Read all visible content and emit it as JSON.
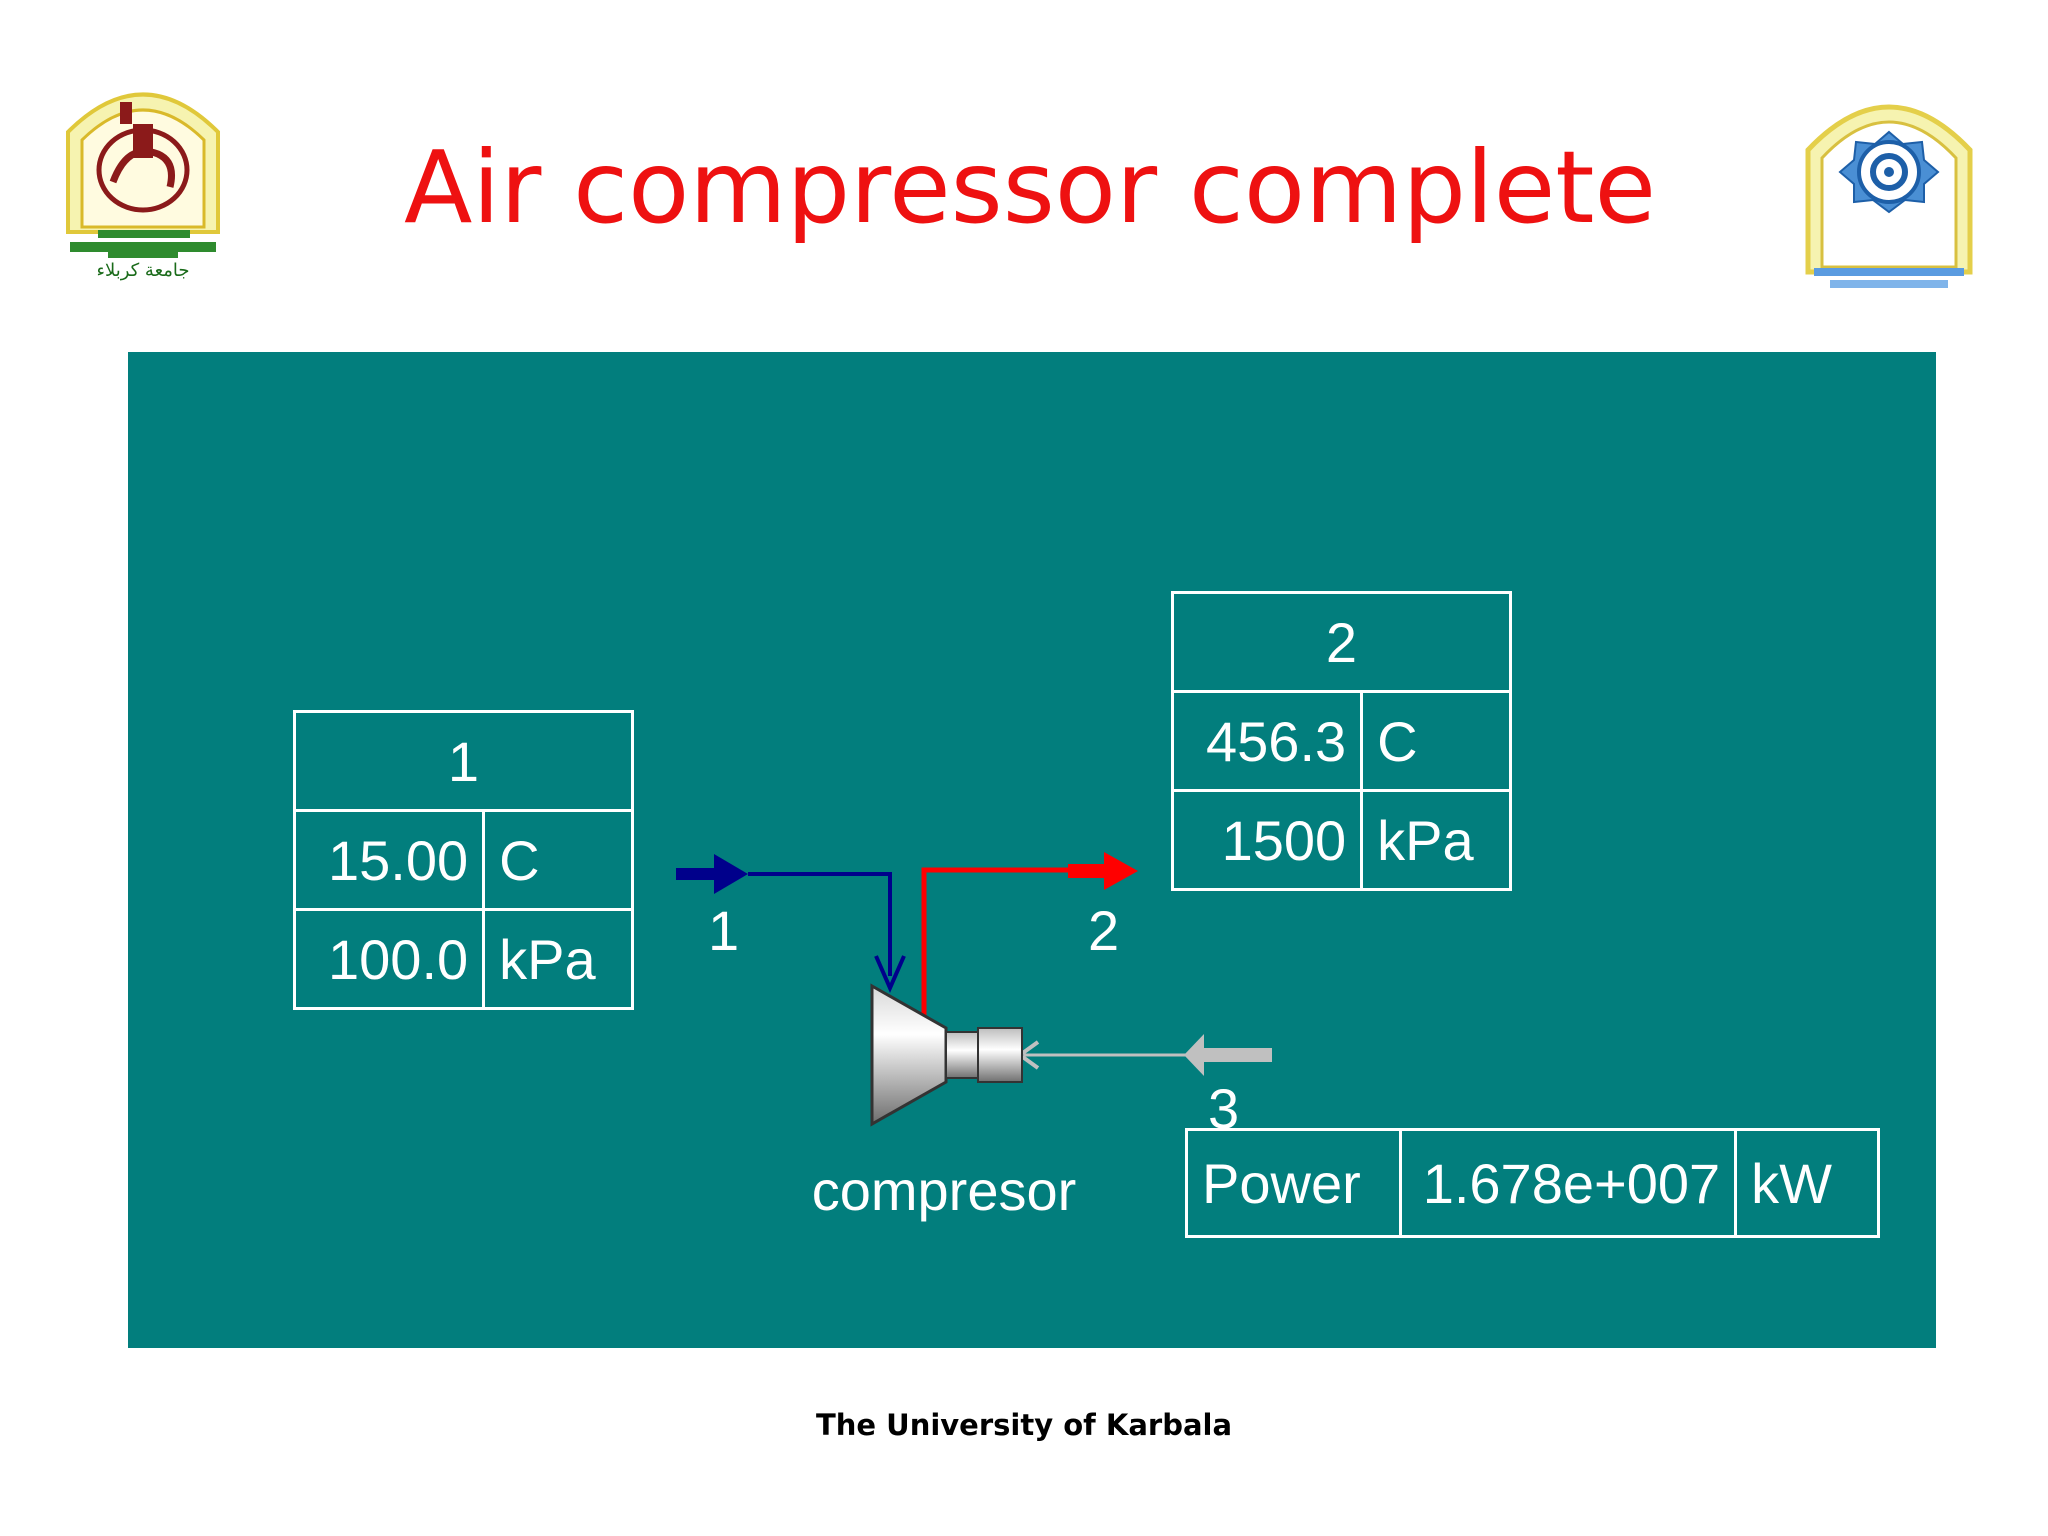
{
  "slide": {
    "title": "Air compressor complete",
    "footer": "The University of Karbala"
  },
  "logos": {
    "left": {
      "icon": "university-of-karbala-seal",
      "text": "جامعة كربلاء"
    },
    "right": {
      "icon": "college-emblem-seal"
    }
  },
  "flowsheet": {
    "background_color": "#027e7d",
    "inlet": {
      "stream_name": "1",
      "temperature": "15.00",
      "temperature_unit": "C",
      "pressure": "100.0",
      "pressure_unit": "kPa",
      "color": "#00008b"
    },
    "outlet": {
      "stream_name": "2",
      "temperature": "456.3",
      "temperature_unit": "C",
      "pressure": "1500",
      "pressure_unit": "kPa",
      "color": "#ff0000"
    },
    "energy": {
      "stream_name": "3",
      "label": "Power",
      "value": "1.678e+007",
      "unit": "kW",
      "color": "#c0c0c0"
    },
    "unit_op": {
      "name": "compresor",
      "icon": "compressor-icon"
    }
  }
}
